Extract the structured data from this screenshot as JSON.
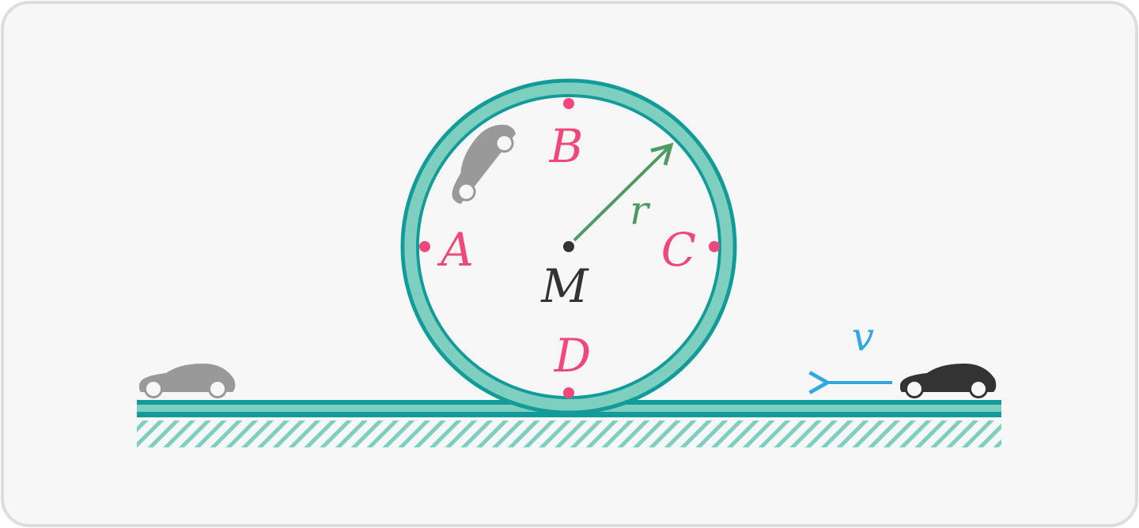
{
  "labels": {
    "B": "B",
    "A": "A",
    "C": "C",
    "D": "D",
    "M": "M",
    "r": "r",
    "v": "v"
  },
  "colors": {
    "background": "#f7f7f7",
    "border": "#dddddd",
    "track": "#129b98",
    "track_fill": "#7fcfc0",
    "point": "#f0487a",
    "radius": "#4f9a62",
    "velocity": "#33a8df",
    "center": "#333333",
    "car_ghost": "#999999",
    "car_active": "#333333",
    "hatch": "#7fcfc0"
  }
}
